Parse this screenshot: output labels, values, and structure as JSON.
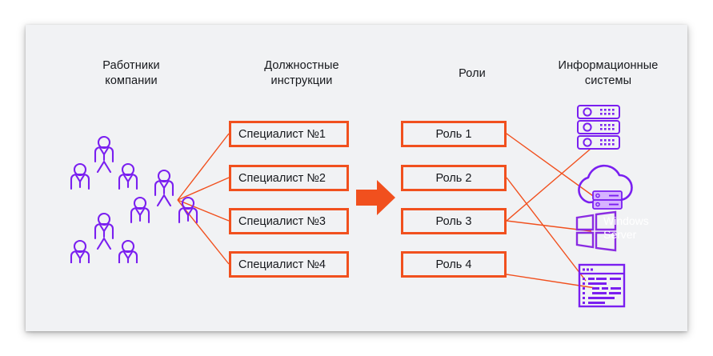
{
  "diagram": {
    "background_color": "#f1f2f4",
    "accent_orange": "#f1501e",
    "accent_purple": "#7a1ff0",
    "columns": [
      {
        "key": "employees",
        "title": "Работники\nкомпании"
      },
      {
        "key": "jobs",
        "title": "Должностные\nинструкции"
      },
      {
        "key": "roles",
        "title": "Роли"
      },
      {
        "key": "systems",
        "title": "Информационные\nсистемы"
      }
    ],
    "employees": {
      "icon_name": "people-group-icon",
      "group_count": 3,
      "people_per_group": 3
    },
    "jobs": {
      "boxes": [
        {
          "label": "Специалист №1"
        },
        {
          "label": "Специалист №2"
        },
        {
          "label": "Специалист №3"
        },
        {
          "label": "Специалист №4"
        }
      ]
    },
    "transition": {
      "icon_name": "arrow-right-icon",
      "color": "#f1501e"
    },
    "roles": {
      "boxes": [
        {
          "label": "Роль 1"
        },
        {
          "label": "Роль 2"
        },
        {
          "label": "Роль 3"
        },
        {
          "label": "Роль 4"
        }
      ]
    },
    "systems": [
      {
        "key": "servers",
        "icon_name": "server-stack-icon",
        "label": ""
      },
      {
        "key": "cloud",
        "icon_name": "cloud-server-icon",
        "label": ""
      },
      {
        "key": "windows-server",
        "icon_name": "windows-logo-icon",
        "label": "Windows\nServer"
      },
      {
        "key": "code",
        "icon_name": "code-window-icon",
        "label": ""
      }
    ]
  }
}
